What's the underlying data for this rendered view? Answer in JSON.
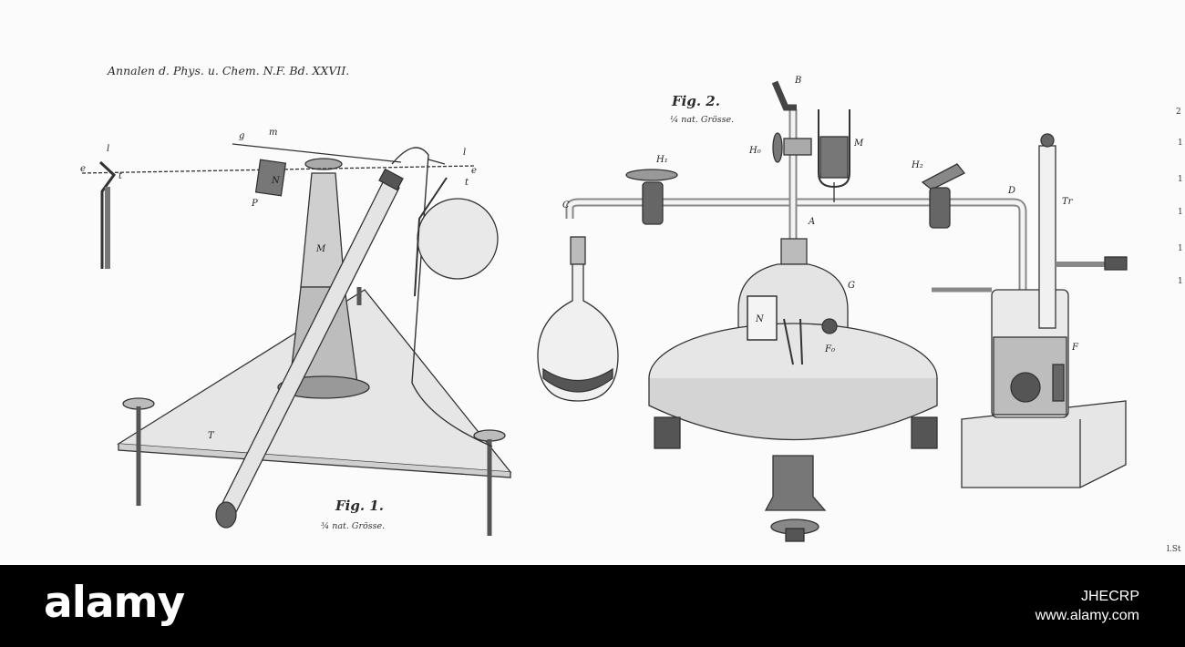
{
  "plate": {
    "journal_header": "Annalen d. Phys. u. Chem. N.F. Bd. XXVII.",
    "fig1": {
      "title": "Fig. 1.",
      "scale": "¾ nat. Grösse.",
      "labels": [
        "l",
        "e",
        "t",
        "g",
        "m",
        "N",
        "P",
        "M",
        "l",
        "e",
        "t",
        "T"
      ]
    },
    "fig2": {
      "title": "Fig. 2.",
      "scale": "¼ nat. Grösse.",
      "labels": [
        "B",
        "H₀",
        "M",
        "H₁",
        "H₂",
        "C",
        "D",
        "Tr",
        "A",
        "G",
        "N",
        "F₀",
        "F"
      ]
    },
    "edge_marks": [
      "2",
      "1",
      "1",
      "1",
      "1",
      "1",
      "l.St"
    ]
  },
  "banner": {
    "logo": "alamy",
    "image_id": "JHECRP",
    "site": "www.alamy.com"
  }
}
